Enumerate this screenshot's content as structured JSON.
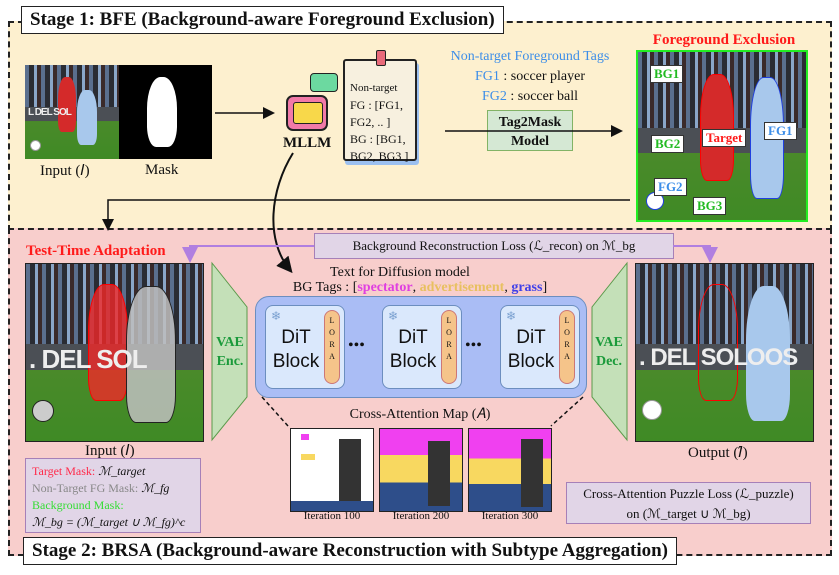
{
  "stage1": {
    "title": "Stage 1: BFE (Background-aware Foreground Exclusion)",
    "input_label": "Input (𝐼)",
    "mask_label": "Mask",
    "mllm_label": "MLLM",
    "note_lines": [
      "Non-target",
      "FG : [FG1,",
      "FG2, ..  ]",
      "BG : [BG1,",
      "BG2, BG3 ]"
    ],
    "tags_title": "Non-target Foreground Tags",
    "fg1_key": "FG1",
    "fg1_val": " : soccer player",
    "fg2_key": "FG2",
    "fg2_val": " : soccer ball",
    "tag2mask_line1": "Tag2Mask",
    "tag2mask_line2": "Model",
    "fe_title": "Foreground Exclusion",
    "fe_tags": {
      "bg1": "BG1",
      "bg2": "BG2",
      "bg3": "BG3",
      "target": "Target",
      "fg1": "FG1",
      "fg2": "FG2"
    },
    "ad_text": "L DEL SOL"
  },
  "stage2": {
    "title": "Stage 2: BRSA (Background-aware Reconstruction with Subtype Aggregation)",
    "tta_title": "Test-Time Adaptation",
    "recon_loss": "Background Reconstruction Loss (ℒ_recon) on ℳ_bg",
    "text_title": "Text for Diffusion model",
    "bg_tags_prefix": "BG Tags : [",
    "bg_tags": [
      "spectator",
      "advertisement",
      "grass"
    ],
    "bg_tags_suffix": "]",
    "dit_label_1": "DiT",
    "dit_label_2": "Block",
    "lora": "LORA",
    "dots": "•••",
    "vae_enc": [
      "VAE",
      "Enc."
    ],
    "vae_dec": [
      "VAE",
      "Dec."
    ],
    "input_label": "Input (𝐼)",
    "output_label": "Output (𝐼̂)",
    "cam_title": "Cross-Attention Map (𝐴)",
    "iterations": [
      "Iteration 100",
      "Iteration 200",
      "Iteration 300"
    ],
    "legend": {
      "target_label": "Target Mask:",
      "target_sym": "ℳ_target",
      "fg_label": "Non-Target FG Mask:",
      "fg_sym": "ℳ_fg",
      "bg_label": "Background Mask:",
      "bg_formula": "ℳ_bg = (ℳ_target ∪ ℳ_fg)^c"
    },
    "puzzle_line1": "Cross-Attention Puzzle Loss (ℒ_puzzle)",
    "puzzle_line2": "on (ℳ_target ∪ ℳ_bg)",
    "ad_text": ". DEL SOL",
    "ad_text_out": ". DEL SOLOOS"
  },
  "colors": {
    "stage1_bg": "#fdf0cf",
    "stage2_bg": "#f8cecc",
    "tag_blue": "#3d8ee8",
    "red": "#ff1a1a",
    "green": "#22cc22",
    "spectator": "#e040e0",
    "advertisement": "#e8c060",
    "grass": "#4040e8"
  }
}
